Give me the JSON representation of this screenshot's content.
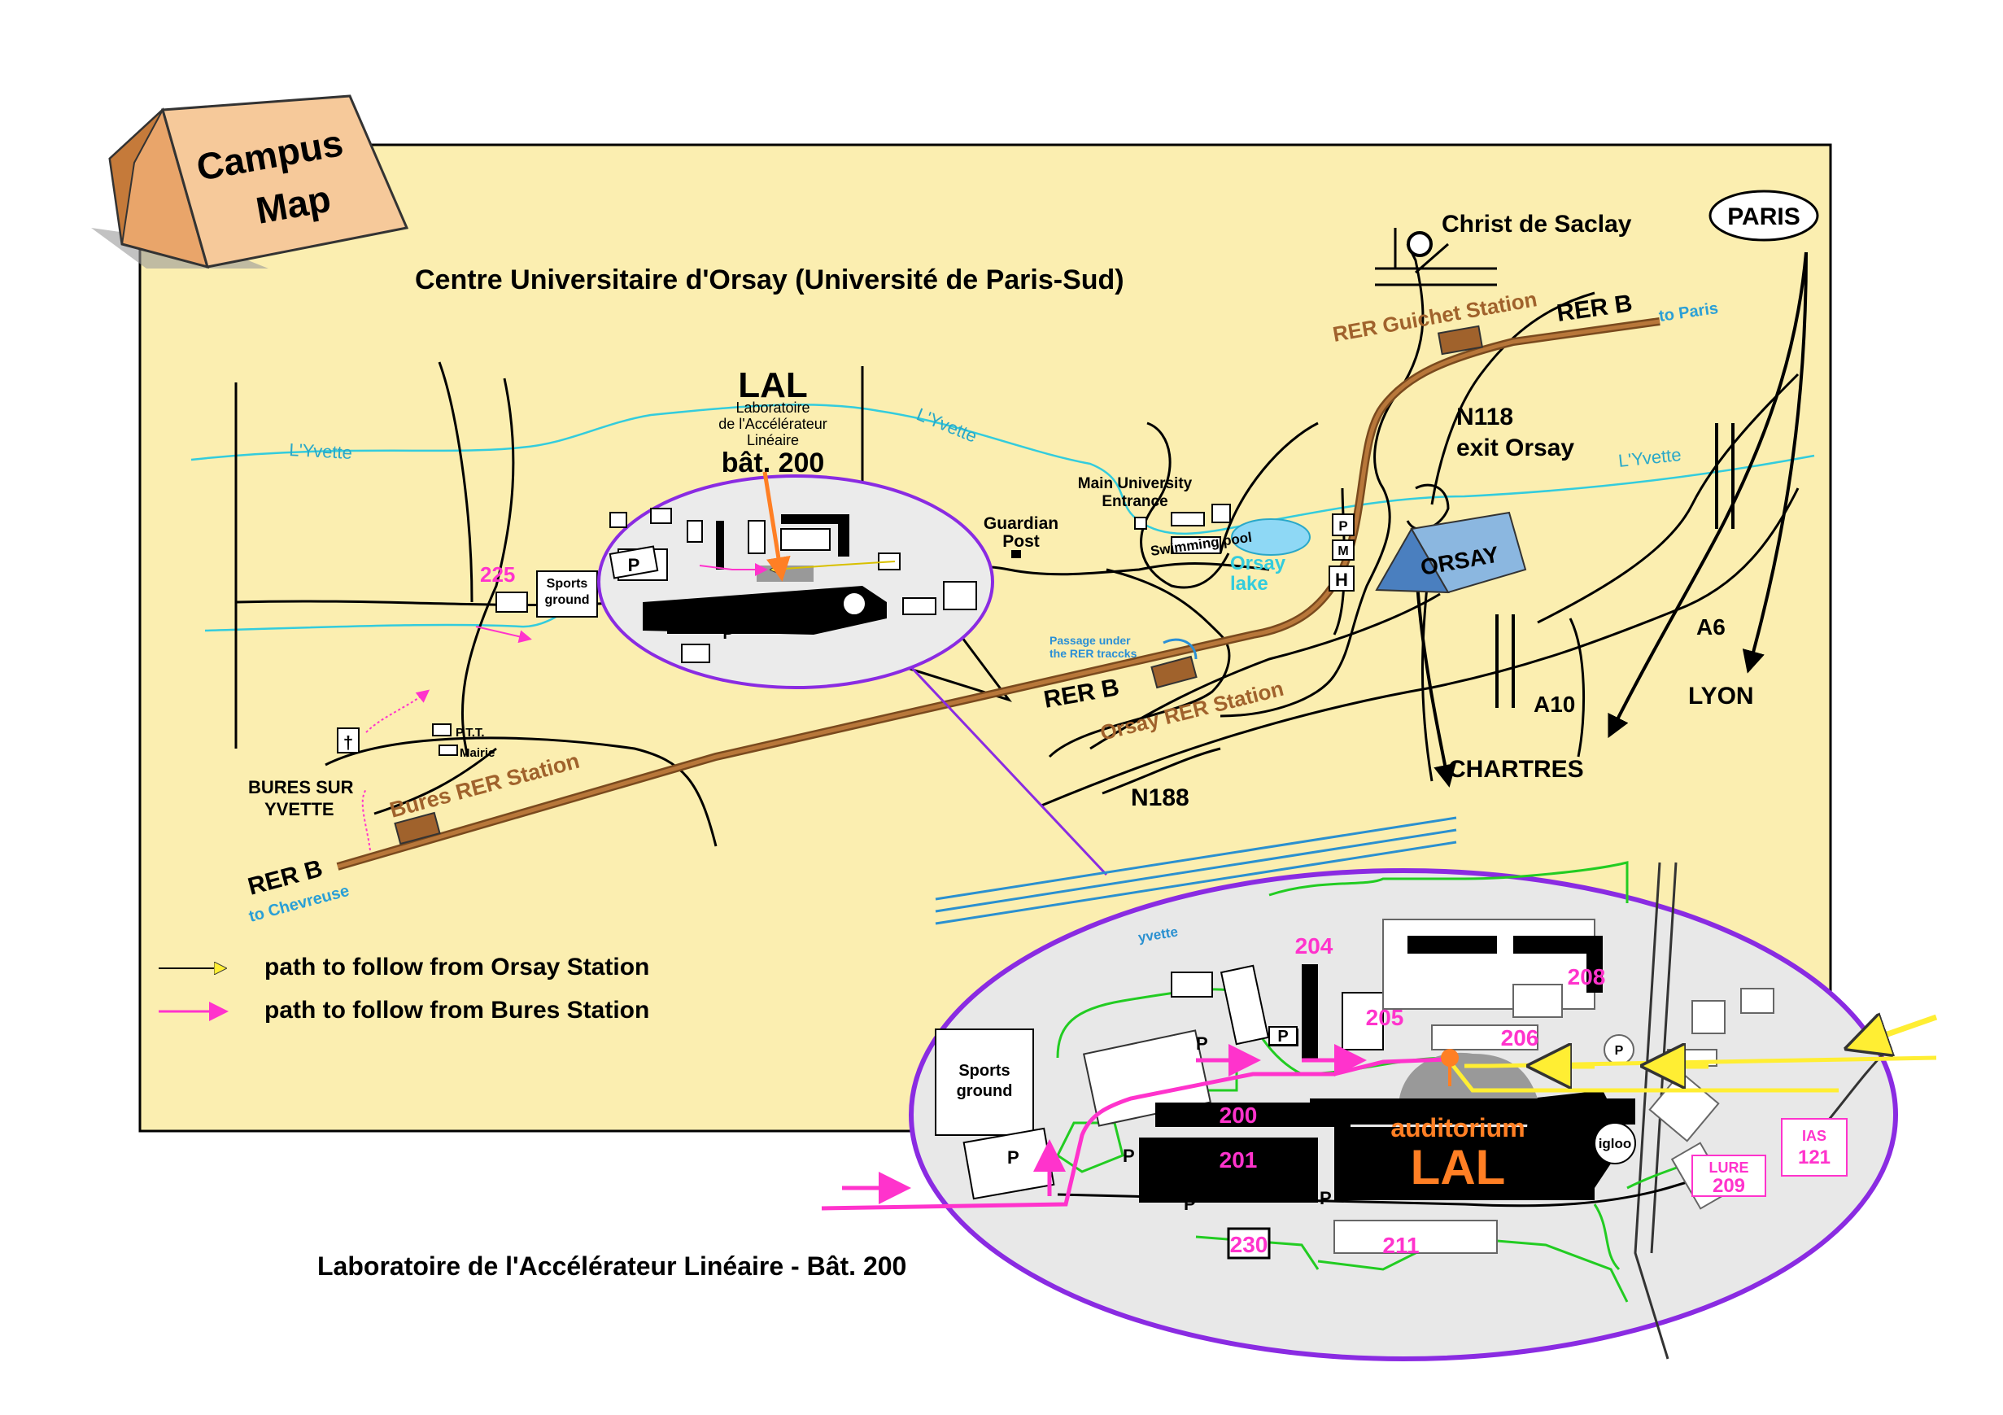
{
  "sign": {
    "line1": "Campus",
    "line2": "Map"
  },
  "title": "Centre Universitaire d'Orsay (Université de Paris-Sud)",
  "lal": {
    "name": "LAL",
    "line1": "Laboratoire",
    "line2": "de l'Accélérateur",
    "line3": "Linéaire",
    "bat": "bât. 200"
  },
  "places": {
    "christ": "Christ de Saclay",
    "paris": "PARIS",
    "rer_guichet": "RER Guichet Station",
    "rer_b_top": "RER B",
    "to_paris": "to Paris",
    "n118": "N118",
    "exit_orsay": "exit Orsay",
    "yvette_right": "L'Yvette",
    "yvette_left": "L'Yvette",
    "yvette_mid": "L'Yvette",
    "main_entrance_1": "Main University",
    "main_entrance_2": "Entrance",
    "swimming_pool": "Swimming pool",
    "orsay_lake_1": "Orsay",
    "orsay_lake_2": "lake",
    "orsay_sign": "ORSAY",
    "guardian_1": "Guardian",
    "guardian_2": "Post",
    "a6": "A6",
    "lyon": "LYON",
    "a10": "A10",
    "chartres": "CHARTRES",
    "n188": "N188",
    "rer_b_mid": "RER B",
    "orsay_rer": "Orsay RER Station",
    "passage_1": "Passage under",
    "passage_2": "the RER traccks",
    "bures_rer": "Bures RER Station",
    "rer_b_bottom": "RER B",
    "to_chevreuse": "to Chevreuse",
    "bures_1": "BURES SUR",
    "bures_2": "YVETTE",
    "ptt": "P.T.T.",
    "mairie": "Mairie",
    "b225": "225",
    "sports_1": "Sports",
    "sports_2": "ground",
    "parking": "P",
    "p_sign": "P",
    "m_sign": "M",
    "h_sign": "H"
  },
  "legend": {
    "orsay": "path to follow from Orsay Station",
    "bures": "path to follow from Bures Station"
  },
  "inset": {
    "yvette": "yvette",
    "sports_1": "Sports",
    "sports_2": "ground",
    "b204": "204",
    "b205": "205",
    "b206": "206",
    "b208": "208",
    "b200": "200",
    "b201": "201",
    "b230": "230",
    "b211": "211",
    "auditorium": "auditorium",
    "lal": "LAL",
    "igloo": "igloo",
    "ias_1": "IAS",
    "ias_2": "121",
    "lure_1": "LURE",
    "lure_2": "209",
    "p": "P"
  },
  "footer": "Laboratoire de l'Accélérateur Linéaire - Bât. 200",
  "colors": {
    "background": "#fbeeb0",
    "river": "#33ccdd",
    "rail": "#a0622c",
    "magenta": "#ff33cc",
    "yellow": "#ffee33",
    "purple": "#8a2be2",
    "orange": "#ff7f24",
    "lake": "#8ed8f5",
    "green": "#22cc22",
    "blue": "#3399cc"
  }
}
